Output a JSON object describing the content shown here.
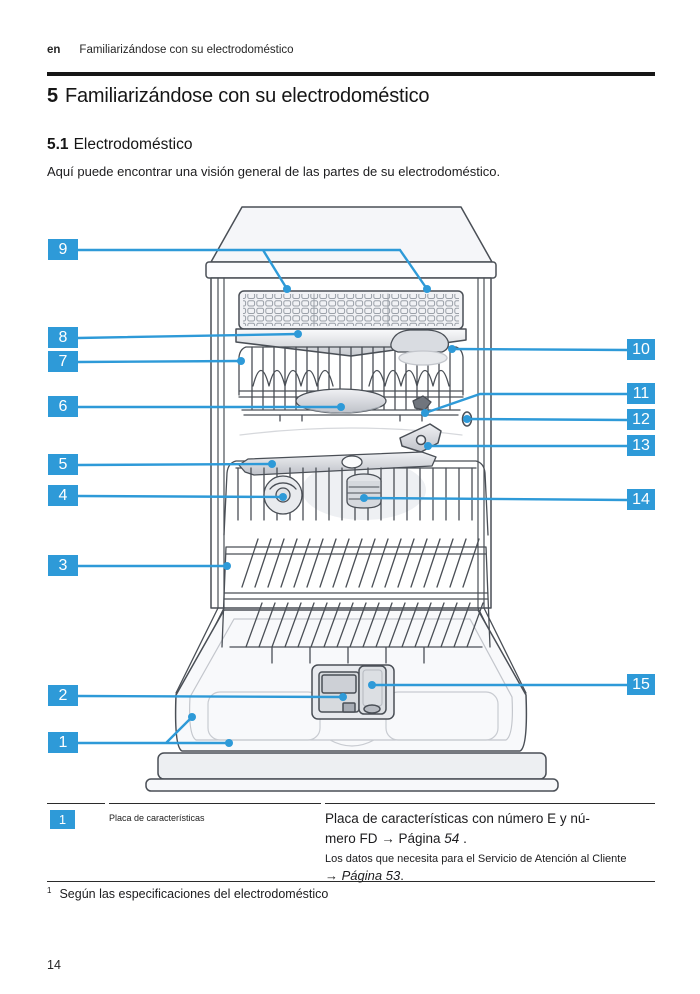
{
  "header": {
    "lang_code": "en",
    "running_title": "Familiarizándose con su electrodoméstico"
  },
  "heading": {
    "number": "5",
    "title": "Familiarizándose con su electrodoméstico"
  },
  "subheading": {
    "number": "5.1",
    "title": "Electrodoméstico"
  },
  "intro": "Aquí puede encontrar una visión general de las partes de su electrodoméstico.",
  "diagram": {
    "description": "dishwasher-exploded-overview",
    "callouts": [
      "1",
      "2",
      "3",
      "4",
      "5",
      "6",
      "7",
      "8",
      "9",
      "10",
      "11",
      "12",
      "13",
      "14",
      "15"
    ],
    "accent_color": "#2E9AD8"
  },
  "legend": {
    "number": "1",
    "term": "Placa de características",
    "desc_line1": "Placa de características con número E y nú-",
    "desc_line2_pre": "mero FD → Página ",
    "desc_line2_ref": "54",
    "desc_line2_post": " .",
    "note_line1": "Los datos que necesita para el Servicio de Atención al Cliente",
    "note_line2_pre": "→ ",
    "note_line2_ref": "Página  53",
    "note_line2_post": "."
  },
  "footnote": {
    "marker": "1",
    "text": "Según las especificaciones del electrodoméstico"
  },
  "page_number": "14"
}
